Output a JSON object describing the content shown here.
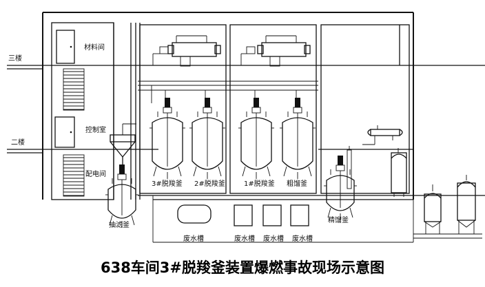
{
  "floors": {
    "third": "三楼",
    "second": "二楼"
  },
  "rooms": {
    "material_room": "材料间",
    "control_room": "控制室",
    "power_room": "配电间"
  },
  "vessels": {
    "kettle_3": "3#脱羧釜",
    "kettle_2": "2#脱羧釜",
    "kettle_1": "1#脱羧釜",
    "distill_kettle": "粗馏釜",
    "extract_kettle": "抽滤釜",
    "fine_kettle": "精馏釜"
  },
  "tanks": {
    "waste_tank_1": "废水槽",
    "waste_tank_2": "废水槽",
    "waste_tank_3": "废水槽",
    "waste_tank_4": "废水槽"
  },
  "caption": "638车间3#脱羧釜装置爆燃事故现场示意图"
}
